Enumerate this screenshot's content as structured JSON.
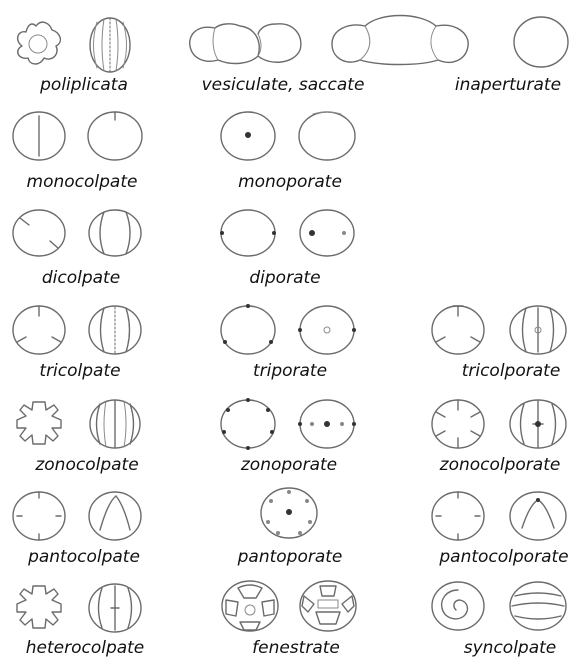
{
  "labels": {
    "poliplicata": "poliplicata",
    "vesiculate": "vesiculate, saccate",
    "inaperturate": "inaperturate",
    "monocolpate": "monocolpate",
    "monoporate": "monoporate",
    "dicolpate": "dicolpate",
    "diporate": "diporate",
    "tricolpate": "tricolpate",
    "triporate": "triporate",
    "tricolporate": "tricolporate",
    "zonocolpate": "zonocolpate",
    "zonoporate": "zonoporate",
    "zonocolporate": "zonocolporate",
    "pantocolpate": "pantocolpate",
    "pantoporate": "pantoporate",
    "pantocolporate": "pantocolporate",
    "heterocolpate": "heterocolpate",
    "fenestrate": "fenestrate",
    "syncolpate": "syncolpate"
  }
}
